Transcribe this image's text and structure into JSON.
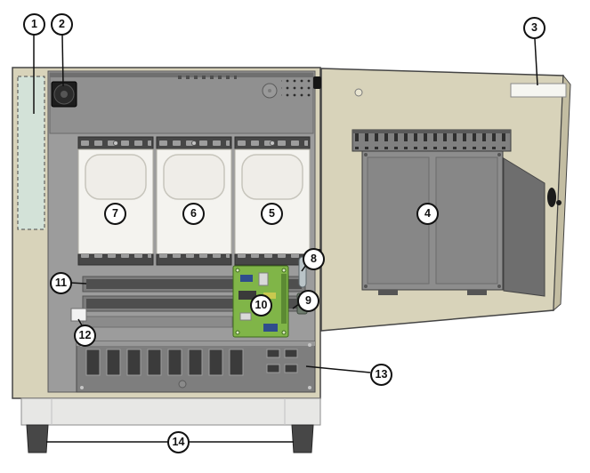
{
  "figure": {
    "type": "technical-diagram",
    "subject": "equipment cabinet with open door and numbered parts"
  },
  "callouts": [
    {
      "label": "1",
      "target": "filter-panel"
    },
    {
      "label": "2",
      "target": "fan"
    },
    {
      "label": "3",
      "target": "door-label"
    },
    {
      "label": "4",
      "target": "door-assembly"
    },
    {
      "label": "5",
      "target": "module-right"
    },
    {
      "label": "6",
      "target": "module-center"
    },
    {
      "label": "7",
      "target": "module-left"
    },
    {
      "label": "8",
      "target": "hinge-pin-upper"
    },
    {
      "label": "9",
      "target": "hinge-pin-lower"
    },
    {
      "label": "10",
      "target": "circuit-board"
    },
    {
      "label": "11",
      "target": "vent-slots"
    },
    {
      "label": "12",
      "target": "aux-box"
    },
    {
      "label": "13",
      "target": "terminal-panel"
    },
    {
      "label": "14",
      "target": "base-feet"
    }
  ],
  "colors": {
    "door_beige": "#d8d3ba",
    "cabinet_beige": "#d8d3ba",
    "interior_gray": "#9c9c9c",
    "panel_gray": "#7e7e7e",
    "module_white": "#f4f3ef",
    "pcb_green": "#80b548",
    "filter_teal": "#d3e2d8",
    "plinth_gray": "#e7e7e5",
    "foot_gray": "#474747",
    "line_black": "#111111"
  },
  "icons": {
    "fan": "fan-icon",
    "door_handle": "door-handle-icon"
  }
}
